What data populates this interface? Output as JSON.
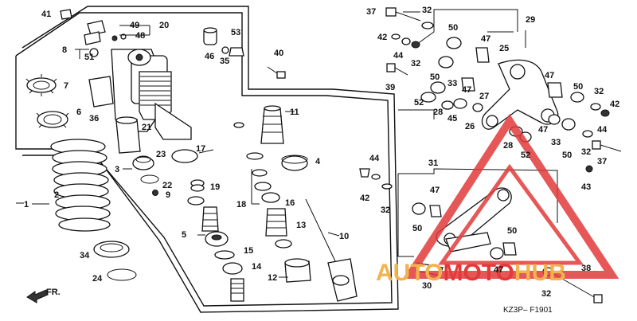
{
  "labels": {
    "p1": "1",
    "p2": "2",
    "p3": "3",
    "p4": "4",
    "p5": "5",
    "p6": "6",
    "p7": "7",
    "p8": "8",
    "p9": "9",
    "p10": "10",
    "p11": "11",
    "p12": "12",
    "p13": "13",
    "p14": "14",
    "p15": "15",
    "p16": "16",
    "p17": "17",
    "p18": "18",
    "p19": "19",
    "p20": "20",
    "p21": "21",
    "p22": "22",
    "p23": "23",
    "p24": "24",
    "p25": "25",
    "p26": "26",
    "p27": "27",
    "p28": "28",
    "p29": "29",
    "p30": "30",
    "p31": "31",
    "p32": "32",
    "p33": "33",
    "p34": "34",
    "p35": "35",
    "p36": "36",
    "p37": "37",
    "p38": "38",
    "p39": "39",
    "p40": "40",
    "p41": "41",
    "p42": "42",
    "p43": "43",
    "p44": "44",
    "p45": "45",
    "p46": "46",
    "p47": "47",
    "p48": "48",
    "p49": "49",
    "p50": "50",
    "p51": "51",
    "p52": "52",
    "p53": "53"
  },
  "diagram_code": "KZ3P– F1901",
  "front_indicator": "FR.",
  "watermark": {
    "part1": "AUTO",
    "part2": "MOTO",
    "part3": "HUB",
    "color": "#e23a3a",
    "accent": "#f2b24c"
  }
}
